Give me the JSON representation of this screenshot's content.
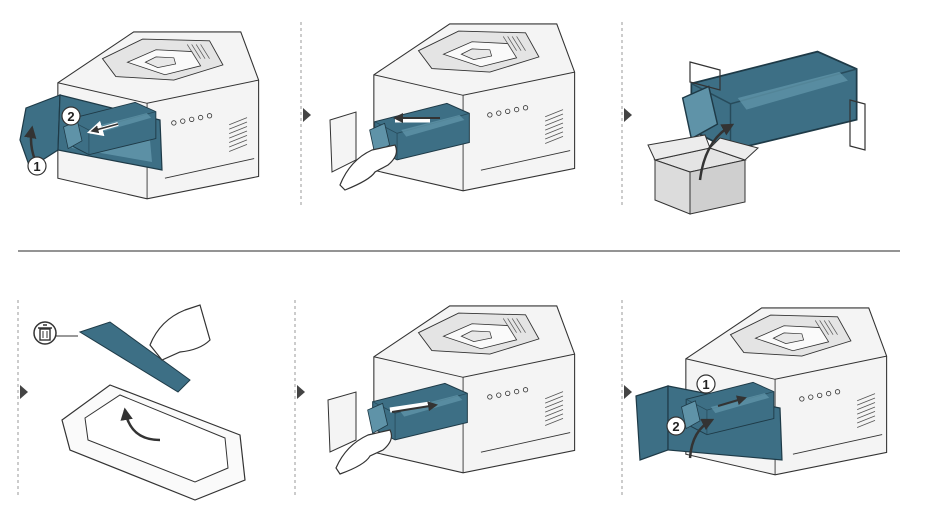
{
  "colors": {
    "accent": "#3d6f85",
    "accent_light": "#5f93a8",
    "accent_dark": "#274b5b",
    "outline": "#333333",
    "panel_fill": "#f2f2f2",
    "divider": "#555555",
    "dash": "#9a9a9a",
    "step_arrow": "#444444",
    "box_fill": "#dcdcdc"
  },
  "steps": [
    {
      "id": "open-front-cover",
      "callouts": [
        "1",
        "2"
      ]
    },
    {
      "id": "pull-out-imaging-unit",
      "callouts": []
    },
    {
      "id": "unpack-new-imaging-unit",
      "callouts": []
    },
    {
      "id": "remove-protective-part",
      "callouts": [],
      "icons": [
        "trash-icon"
      ]
    },
    {
      "id": "insert-imaging-unit",
      "callouts": []
    },
    {
      "id": "close-front-cover",
      "callouts": [
        "1",
        "2"
      ]
    }
  ]
}
